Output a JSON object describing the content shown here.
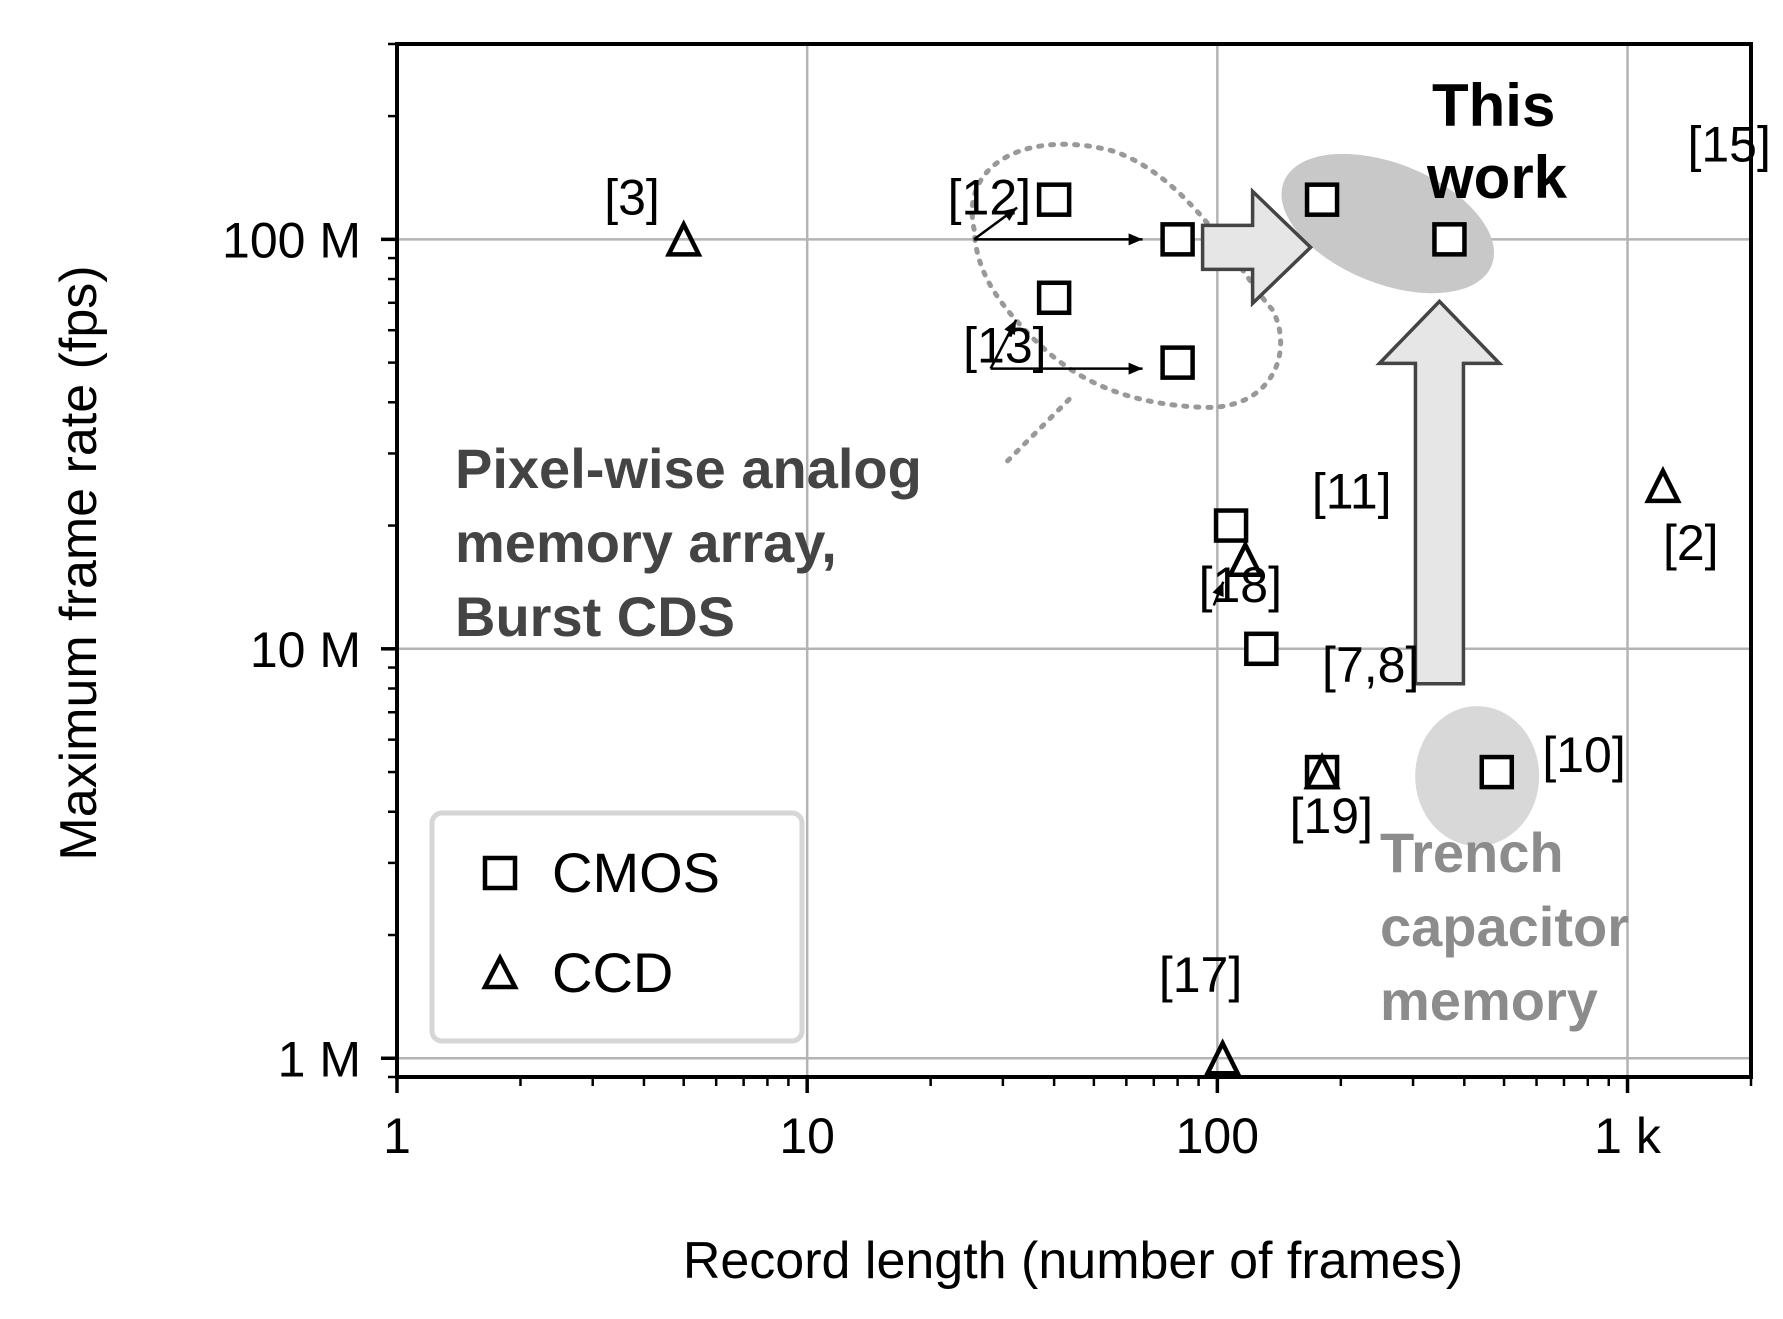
{
  "colors": {
    "axis": "#000000",
    "grid": "#b4b4b4",
    "ellipse_fill": "#c8c8c8",
    "arrow_fill": "#e6e6e6",
    "arrow_stroke": "#444444",
    "dotted_loop": "#999999",
    "text_dark": "#444444",
    "text_light": "#8c8c8c"
  },
  "chart_data": {
    "type": "scatter",
    "xscale": "log",
    "yscale": "log",
    "xlim": [
      1,
      2000
    ],
    "ylim": [
      900000,
      300000000
    ],
    "xlabel": "Record length (number of frames)",
    "ylabel": "Maximum frame rate (fps)",
    "xticks": [
      {
        "value": 1,
        "label": "1"
      },
      {
        "value": 10,
        "label": "10"
      },
      {
        "value": 100,
        "label": "100"
      },
      {
        "value": 1000,
        "label": "1 k"
      }
    ],
    "yticks": [
      {
        "value": 1000000,
        "label": "1 M"
      },
      {
        "value": 10000000,
        "label": "10 M"
      },
      {
        "value": 100000000,
        "label": "100 M"
      }
    ],
    "grid": true,
    "legend": {
      "position": "bottom-left",
      "entries": [
        "CMOS",
        "CCD"
      ]
    },
    "series": [
      {
        "name": "CMOS",
        "marker": "square",
        "points": [
          {
            "x": 40,
            "y": 125000000
          },
          {
            "x": 80,
            "y": 100000000
          },
          {
            "x": 40,
            "y": 72000000
          },
          {
            "x": 80,
            "y": 50000000
          },
          {
            "x": 180,
            "y": 125000000
          },
          {
            "x": 368,
            "y": 100000000
          },
          {
            "x": 108,
            "y": 20000000
          },
          {
            "x": 128,
            "y": 10000000
          },
          {
            "x": 180,
            "y": 5000000
          },
          {
            "x": 480,
            "y": 5000000
          }
        ]
      },
      {
        "name": "CCD",
        "marker": "triangle",
        "points": [
          {
            "x": 5,
            "y": 100000000
          },
          {
            "x": 117,
            "y": 16500000
          },
          {
            "x": 180,
            "y": 5000000
          },
          {
            "x": 103,
            "y": 1000000
          },
          {
            "x": 1220,
            "y": 25000000
          }
        ]
      }
    ],
    "ref_labels": [
      {
        "text": "[3]",
        "x": 3.2,
        "y": 115000000
      },
      {
        "text": "[12]",
        "x": 22,
        "y": 115000000
      },
      {
        "text": "[13]",
        "x": 24,
        "y": 50000000
      },
      {
        "text": "[15]",
        "x": 1400,
        "y": 155000000
      },
      {
        "text": "[11]",
        "x": 170,
        "y": 22000000
      },
      {
        "text": "[2]",
        "x": 1220,
        "y": 16500000
      },
      {
        "text": "[18]",
        "x": 90,
        "y": 13000000
      },
      {
        "text": "[7,8]",
        "x": 180,
        "y": 8300000
      },
      {
        "text": "[10]",
        "x": 620,
        "y": 5000000
      },
      {
        "text": "[19]",
        "x": 150,
        "y": 3550000
      },
      {
        "text": "[17]",
        "x": 72,
        "y": 1450000
      }
    ],
    "annotations": [
      {
        "text": "This",
        "style": "black"
      },
      {
        "text": "work",
        "style": "black"
      },
      {
        "text": "Pixel-wise analog",
        "style": "dark"
      },
      {
        "text": "memory array,",
        "style": "dark"
      },
      {
        "text": "Burst CDS",
        "style": "dark"
      },
      {
        "text": "Trench",
        "style": "light"
      },
      {
        "text": "capacitor",
        "style": "light"
      },
      {
        "text": "memory",
        "style": "light"
      }
    ]
  }
}
